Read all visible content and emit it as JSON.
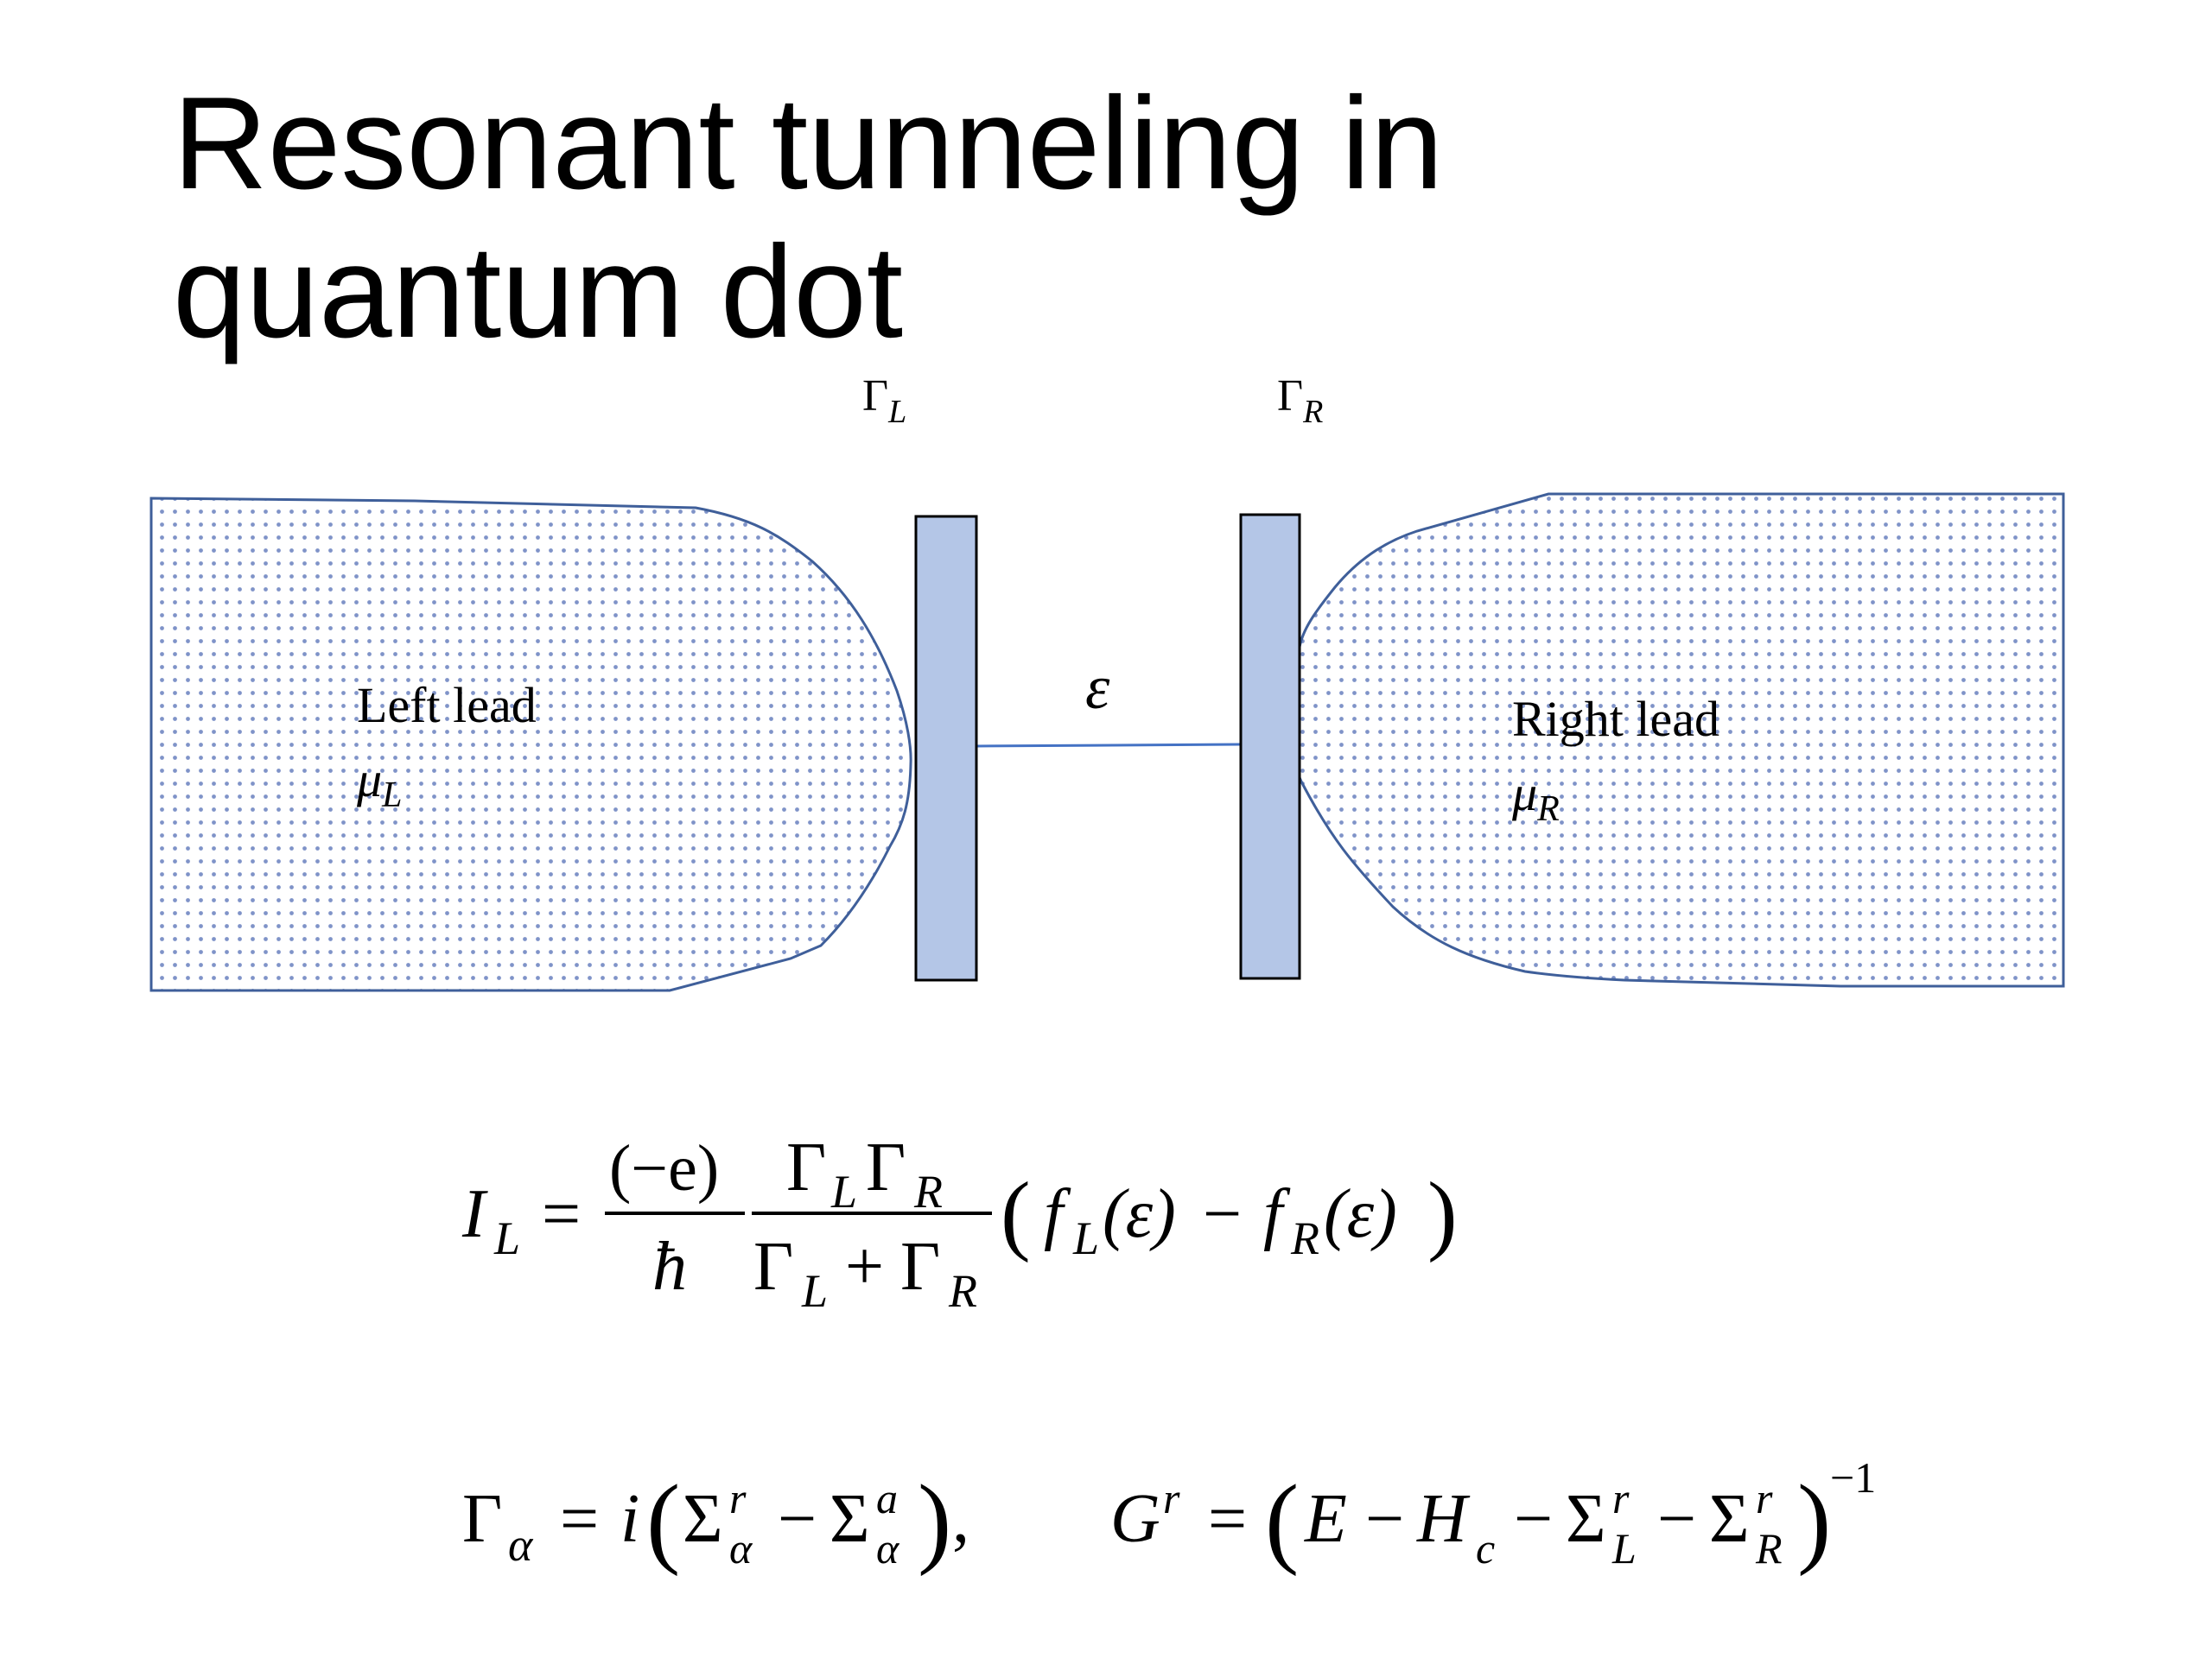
{
  "slide": {
    "title_line1": "Resonant tunneling in",
    "title_line2": "quantum dot"
  },
  "diagram": {
    "barrier_left_label": {
      "symbol": "Γ",
      "subscript": "L"
    },
    "barrier_right_label": {
      "symbol": "Γ",
      "subscript": "R"
    },
    "dot_level": "ε",
    "left_lead": {
      "name": "Left lead",
      "symbol": "μ",
      "subscript": "L"
    },
    "right_lead": {
      "name": "Right lead",
      "symbol": "μ",
      "subscript": "R"
    },
    "colors": {
      "lead_outline": "#3f5f9a",
      "lead_dots": "#7f93c8",
      "barrier_fill": "#b4c6e7",
      "barrier_stroke": "#000000",
      "dot_line": "#4472c4"
    }
  },
  "equations": {
    "current": {
      "lhs": "I",
      "lhs_sub": "L",
      "equals": "=",
      "prefactor_num": "(−e)",
      "prefactor_den": "ħ",
      "gamma_num_g1": "Γ",
      "gamma_num_s1": "L",
      "gamma_num_g2": "Γ",
      "gamma_num_s2": "R",
      "gamma_den_g1": "Γ",
      "gamma_den_s1": "L",
      "gamma_den_plus": "+",
      "gamma_den_g2": "Γ",
      "gamma_den_s2": "R",
      "open_paren": "(",
      "f1": "f",
      "f1_sub": "L",
      "f1_arg": "(ε)",
      "minus": "−",
      "f2": "f",
      "f2_sub": "R",
      "f2_arg": "(ε)",
      "close_paren": ")"
    },
    "gamma_def": {
      "lhs": "Γ",
      "lhs_sub": "α",
      "equals": "=",
      "i": "i",
      "open_paren": "(",
      "sigma1": "Σ",
      "sigma1_sup": "r",
      "sigma1_sub": "α",
      "minus": "−",
      "sigma2": "Σ",
      "sigma2_sup": "a",
      "sigma2_sub": "α",
      "close_paren": ")",
      "comma": ","
    },
    "green_def": {
      "lhs": "G",
      "lhs_sup": "r",
      "equals": "=",
      "open_paren": "(",
      "E": "E",
      "minus1": "−",
      "H": "H",
      "H_sub": "c",
      "minus2": "−",
      "sigmaL": "Σ",
      "sigmaL_sup": "r",
      "sigmaL_sub": "L",
      "minus3": "−",
      "sigmaR": "Σ",
      "sigmaR_sup": "r",
      "sigmaR_sub": "R",
      "close_paren": ")",
      "exponent": "−1"
    }
  }
}
